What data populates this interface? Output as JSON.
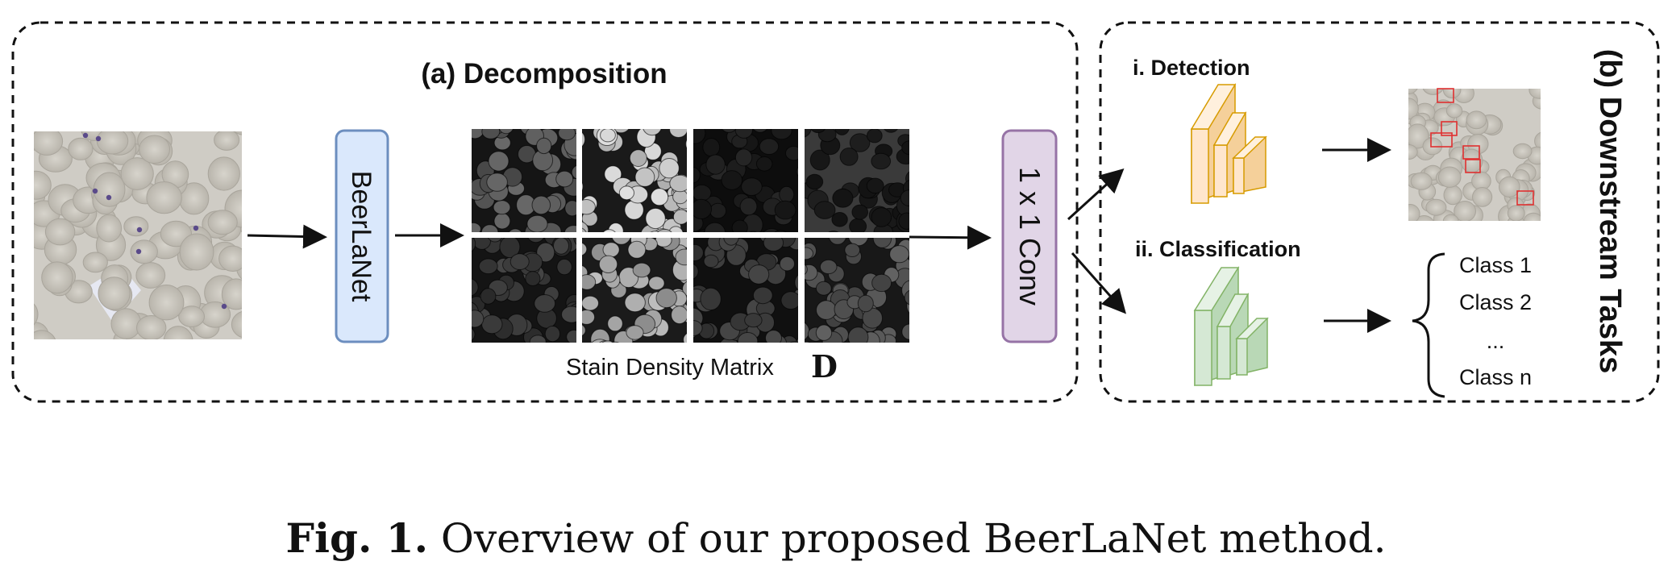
{
  "panel_a": {
    "title": "(a) Decomposition",
    "model_label": "BeerLaNet",
    "matrix_label": "Stain Density Matrix",
    "matrix_symbol": "D",
    "conv_label": "1 x 1 Conv"
  },
  "panel_b": {
    "title": "(b) Downstream Tasks",
    "detection_label": "i. Detection",
    "classification_label": "ii. Classification",
    "classes": [
      "Class 1",
      "Class 2",
      "...",
      "Class n"
    ]
  },
  "caption": {
    "prefix": "Fig. 1.",
    "text": "Overview of our proposed BeerLaNet method."
  },
  "colors": {
    "model_box_fill": "#dae8fc",
    "model_box_stroke": "#6c8ebf",
    "conv_box_fill": "#e1d5e7",
    "conv_box_stroke": "#9673a6",
    "detection_fill": "#ffe6cc",
    "detection_stroke": "#d79b00",
    "classification_fill": "#d5e8d4",
    "classification_stroke": "#82b366",
    "bbox_red": "#e03030"
  }
}
